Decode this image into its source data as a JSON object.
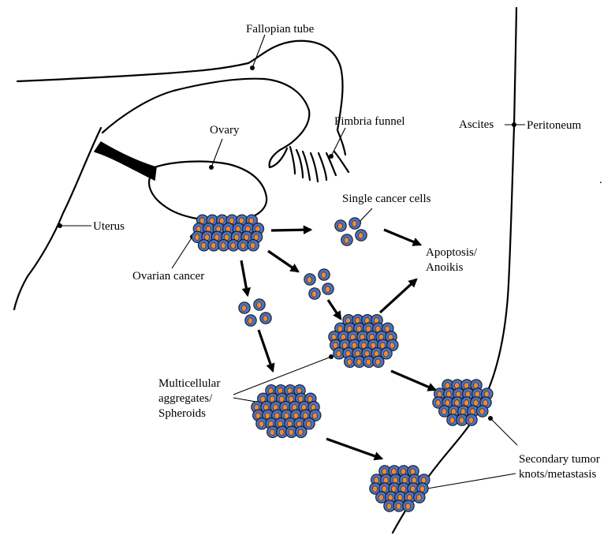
{
  "labels": {
    "fallopian_tube": "Fallopian tube",
    "ovary": "Ovary",
    "fimbria_funnel": "Fimbria funnel",
    "ascites": "Ascites",
    "peritoneum": "Peritoneum",
    "uterus": "Uterus",
    "single_cancer_cells": "Single cancer cells",
    "ovarian_cancer": "Ovarian cancer",
    "apoptosis_line1": "Apoptosis/",
    "apoptosis_line2": "Anoikis",
    "aggregates_line1": "Multicellular",
    "aggregates_line2": "aggregates/",
    "aggregates_line3": "Spheroids",
    "secondary_line1": "Secondary tumor",
    "secondary_line2": "knots/metastasis",
    "stray_mark": "."
  },
  "colors": {
    "cell_fill": "#4a72c4",
    "nucleus_fill": "#f08a30",
    "line": "#000000"
  }
}
